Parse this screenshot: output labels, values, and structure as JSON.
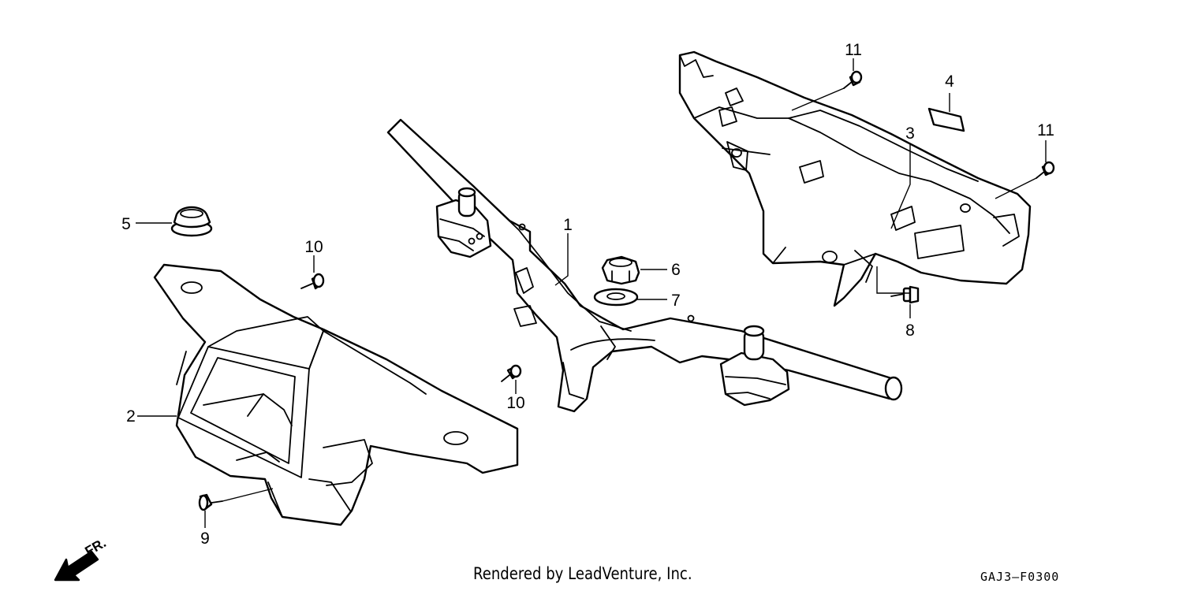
{
  "callouts": {
    "c1": "1",
    "c2": "2",
    "c3": "3",
    "c4": "4",
    "c5": "5",
    "c6": "6",
    "c7": "7",
    "c8": "8",
    "c9": "9",
    "c10a": "10",
    "c10b": "10",
    "c11a": "11",
    "c11b": "11"
  },
  "direction_label": "FR.",
  "footer": {
    "credit": "Rendered by LeadVenture, Inc.",
    "code": "GAJ3–F0300"
  }
}
